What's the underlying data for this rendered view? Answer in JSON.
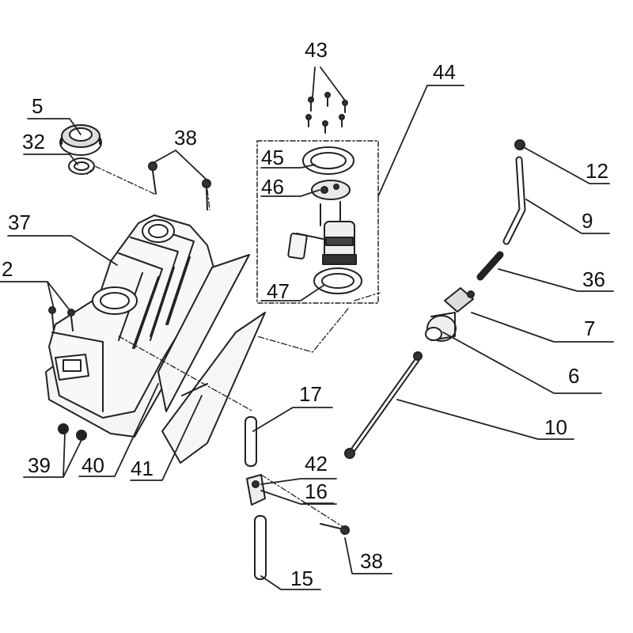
{
  "callouts": {
    "c43": "43",
    "c44": "44",
    "c5": "5",
    "c32": "32",
    "c38a": "38",
    "c45": "45",
    "c46": "46",
    "c47": "47",
    "c12": "12",
    "c9": "9",
    "c37": "37",
    "c2": "2",
    "c36": "36",
    "c7": "7",
    "c6": "6",
    "c17": "17",
    "c10": "10",
    "c42": "42",
    "c16": "16",
    "c39": "39",
    "c40": "40",
    "c41": "41",
    "c38b": "38",
    "c15": "15"
  },
  "colors": {
    "line": "#222222",
    "part_fill": "#f4f4f4",
    "dark": "#333333"
  }
}
